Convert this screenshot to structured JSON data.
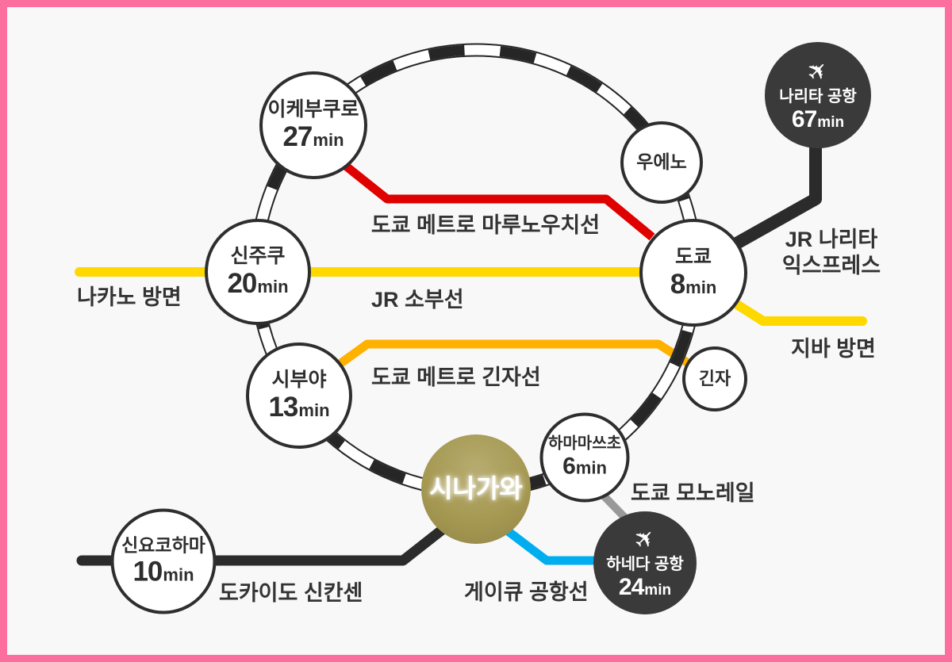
{
  "stations": {
    "ikebukuro": {
      "name": "이케부쿠로",
      "time": "27",
      "unit": "min"
    },
    "shinjuku": {
      "name": "신주쿠",
      "time": "20",
      "unit": "min"
    },
    "shibuya": {
      "name": "시부야",
      "time": "13",
      "unit": "min"
    },
    "shinagawa": {
      "name": "시나가와"
    },
    "hamamatsucho": {
      "name": "하마마쓰초",
      "time": "6",
      "unit": "min"
    },
    "tokyo": {
      "name": "도쿄",
      "time": "8",
      "unit": "min"
    },
    "ueno": {
      "name": "우에노"
    },
    "ginza": {
      "name": "긴자"
    },
    "shin_yokohama": {
      "name": "신요코하마",
      "time": "10",
      "unit": "min"
    }
  },
  "airports": {
    "narita": {
      "name": "나리타 공항",
      "time": "67",
      "unit": "min",
      "icon": "airplane"
    },
    "haneda": {
      "name": "하네다 공항",
      "time": "24",
      "unit": "min",
      "icon": "airplane"
    }
  },
  "lines": {
    "yamanote_loop": {
      "color": "#262626"
    },
    "marunouchi": {
      "label": "도쿄 메트로 마루노우치선",
      "color": "#DF0000"
    },
    "sobu": {
      "label": "JR 소부선",
      "color": "#FFD800"
    },
    "ginza_line": {
      "label": "도쿄 메트로 긴자선",
      "color": "#FFB100"
    },
    "narita_express": {
      "label_line1": "JR 나리타",
      "label_line2": "익스프레스",
      "color": "#2B2B2B"
    },
    "monorail": {
      "label": "도쿄 모노레일",
      "color": "#999999"
    },
    "keikyu": {
      "label": "게이큐 공항선",
      "color": "#00AEEF"
    },
    "shinkansen": {
      "label": "도카이도 신칸센",
      "color": "#2B2B2B"
    }
  },
  "directions": {
    "nakano": "나카노 방면",
    "chiba": "지바 방면"
  },
  "colors": {
    "frame_pink": "#FB6E9E",
    "canvas_bg": "#F8F8F8",
    "station_outline": "#2E2E2E",
    "airport_circle": "#3A3A3A",
    "shinagawa_gold": "#A49851",
    "label_text": "#333333",
    "ring_white": "#FFFFFF"
  }
}
